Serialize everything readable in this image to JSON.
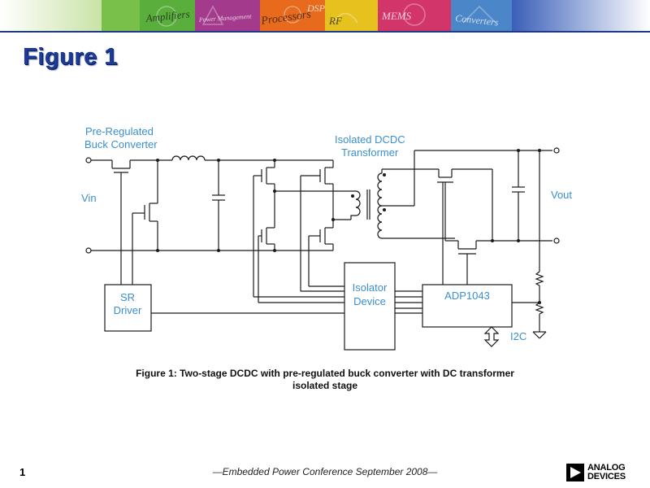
{
  "banner": {
    "labels": [
      "Amplifiers",
      "Power Management",
      "Processors",
      "DSP",
      "RF",
      "MEMS",
      "Converters"
    ]
  },
  "title": "Figure 1",
  "diagram": {
    "pre_regulated_line1": "Pre-Regulated",
    "pre_regulated_line2": "Buck Converter",
    "isolated_line1": "Isolated DCDC",
    "isolated_line2": "Transformer",
    "vin": "Vin",
    "vout": "Vout",
    "sr_line1": "SR",
    "sr_line2": "Driver",
    "isolator_line1": "Isolator",
    "isolator_line2": "Device",
    "adp": "ADP1043",
    "i2c": "I2C"
  },
  "caption_line1": "Figure 1: Two-stage DCDC with pre-regulated buck converter with DC transformer",
  "caption_line2": "isolated stage",
  "page_number": "1",
  "footer": "—Embedded Power Conference September 2008—",
  "logo": {
    "line1": "ANALOG",
    "line2": "DEVICES"
  }
}
